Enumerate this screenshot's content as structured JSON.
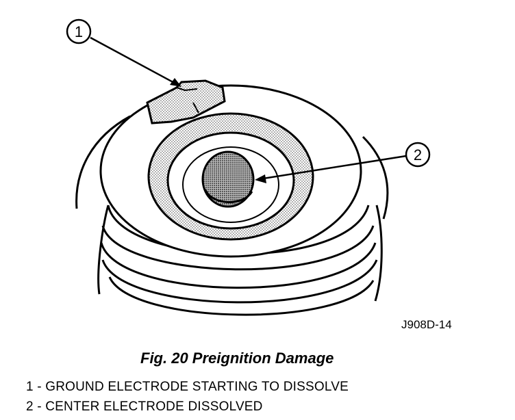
{
  "figure": {
    "caption": "Fig. 20 Preignition Damage",
    "code": "J908D-14",
    "callouts": [
      {
        "number": "1",
        "description": "1 - GROUND ELECTRODE STARTING TO DISSOLVE"
      },
      {
        "number": "2",
        "description": "2 - CENTER ELECTRODE DISSOLVED"
      }
    ]
  }
}
